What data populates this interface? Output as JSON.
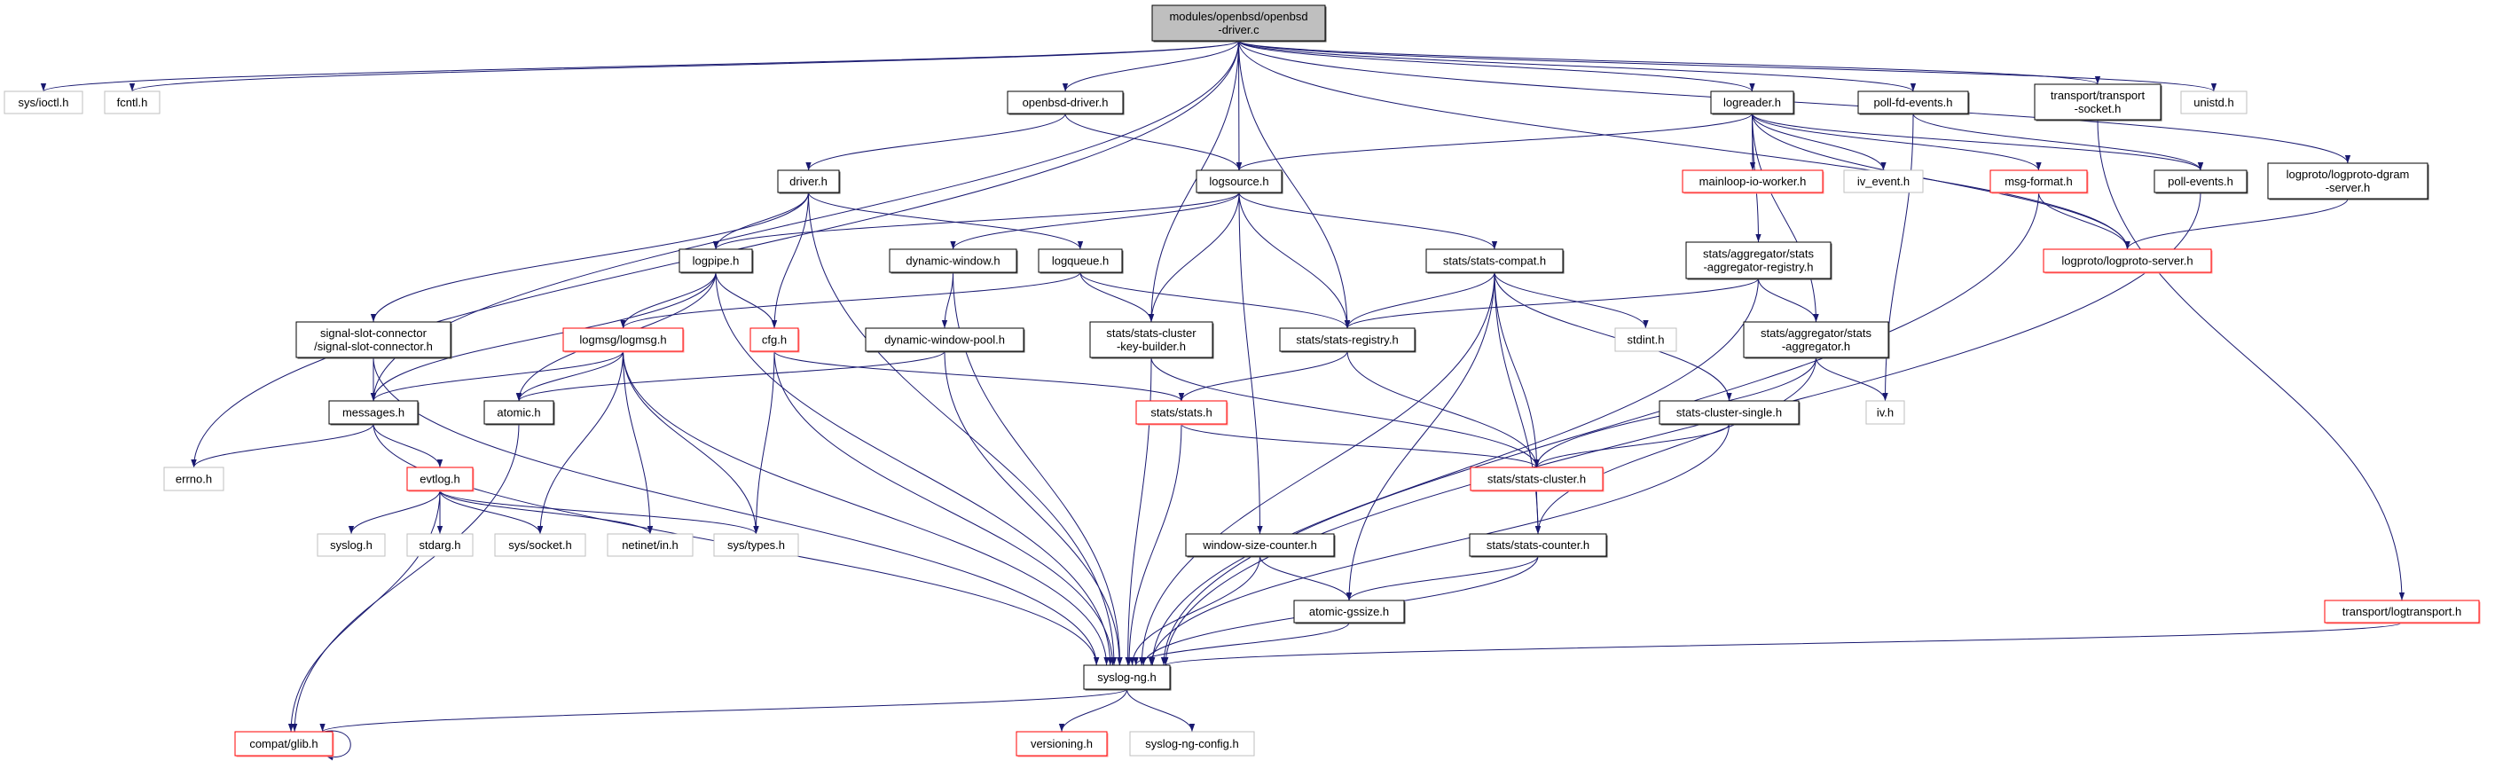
{
  "graph": {
    "edge_color": "#191970",
    "style_colors": {
      "main": {
        "fill": "#bfbfbf",
        "stroke": "#000000"
      },
      "normal": {
        "fill": "#ffffff",
        "stroke": "#000000"
      },
      "red": {
        "fill": "#ffffff",
        "stroke": "#ff0000"
      },
      "gray": {
        "fill": "#ffffff",
        "stroke": "#bfbfbf"
      }
    },
    "nodes": [
      {
        "id": "main",
        "lines": [
          "modules/openbsd/openbsd",
          "-driver.c"
        ],
        "style": "main"
      },
      {
        "id": "ioctl",
        "lines": [
          "sys/ioctl.h"
        ],
        "style": "gray"
      },
      {
        "id": "fcntl",
        "lines": [
          "fcntl.h"
        ],
        "style": "gray"
      },
      {
        "id": "obd",
        "lines": [
          "openbsd-driver.h"
        ],
        "style": "normal"
      },
      {
        "id": "logreader",
        "lines": [
          "logreader.h"
        ],
        "style": "normal"
      },
      {
        "id": "pollfd",
        "lines": [
          "poll-fd-events.h"
        ],
        "style": "normal"
      },
      {
        "id": "tsock",
        "lines": [
          "transport/transport",
          "-socket.h"
        ],
        "style": "normal"
      },
      {
        "id": "unistd",
        "lines": [
          "unistd.h"
        ],
        "style": "gray"
      },
      {
        "id": "driver",
        "lines": [
          "driver.h"
        ],
        "style": "normal"
      },
      {
        "id": "logsource",
        "lines": [
          "logsource.h"
        ],
        "style": "normal"
      },
      {
        "id": "mainloop",
        "lines": [
          "mainloop-io-worker.h"
        ],
        "style": "red"
      },
      {
        "id": "ivevent",
        "lines": [
          "iv_event.h"
        ],
        "style": "gray"
      },
      {
        "id": "msgformat",
        "lines": [
          "msg-format.h"
        ],
        "style": "red"
      },
      {
        "id": "pollevents",
        "lines": [
          "poll-events.h"
        ],
        "style": "normal"
      },
      {
        "id": "dgram",
        "lines": [
          "logproto/logproto-dgram",
          "-server.h"
        ],
        "style": "normal"
      },
      {
        "id": "logpipe",
        "lines": [
          "logpipe.h"
        ],
        "style": "normal"
      },
      {
        "id": "dynwin",
        "lines": [
          "dynamic-window.h"
        ],
        "style": "normal"
      },
      {
        "id": "logqueue",
        "lines": [
          "logqueue.h"
        ],
        "style": "normal"
      },
      {
        "id": "compat",
        "lines": [
          "stats/stats-compat.h"
        ],
        "style": "normal"
      },
      {
        "id": "aggreg",
        "lines": [
          "stats/aggregator/stats",
          "-aggregator-registry.h"
        ],
        "style": "normal"
      },
      {
        "id": "lpserver",
        "lines": [
          "logproto/logproto-server.h"
        ],
        "style": "red"
      },
      {
        "id": "ssc",
        "lines": [
          "signal-slot-connector",
          "/signal-slot-connector.h"
        ],
        "style": "normal"
      },
      {
        "id": "logmsg",
        "lines": [
          "logmsg/logmsg.h"
        ],
        "style": "red"
      },
      {
        "id": "cfg",
        "lines": [
          "cfg.h"
        ],
        "style": "red"
      },
      {
        "id": "dwpool",
        "lines": [
          "dynamic-window-pool.h"
        ],
        "style": "normal"
      },
      {
        "id": "keyb",
        "lines": [
          "stats/stats-cluster",
          "-key-builder.h"
        ],
        "style": "normal"
      },
      {
        "id": "registry",
        "lines": [
          "stats/stats-registry.h"
        ],
        "style": "normal"
      },
      {
        "id": "stdint",
        "lines": [
          "stdint.h"
        ],
        "style": "gray"
      },
      {
        "id": "aggr",
        "lines": [
          "stats/aggregator/stats",
          "-aggregator.h"
        ],
        "style": "normal"
      },
      {
        "id": "messages",
        "lines": [
          "messages.h"
        ],
        "style": "normal"
      },
      {
        "id": "atomic",
        "lines": [
          "atomic.h"
        ],
        "style": "normal"
      },
      {
        "id": "stats",
        "lines": [
          "stats/stats.h"
        ],
        "style": "red"
      },
      {
        "id": "single",
        "lines": [
          "stats-cluster-single.h"
        ],
        "style": "normal"
      },
      {
        "id": "ivh",
        "lines": [
          "iv.h"
        ],
        "style": "gray"
      },
      {
        "id": "errno",
        "lines": [
          "errno.h"
        ],
        "style": "gray"
      },
      {
        "id": "evtlog",
        "lines": [
          "evtlog.h"
        ],
        "style": "red"
      },
      {
        "id": "cluster",
        "lines": [
          "stats/stats-cluster.h"
        ],
        "style": "red"
      },
      {
        "id": "syslogh",
        "lines": [
          "syslog.h"
        ],
        "style": "gray"
      },
      {
        "id": "stdarg",
        "lines": [
          "stdarg.h"
        ],
        "style": "gray"
      },
      {
        "id": "socket",
        "lines": [
          "sys/socket.h"
        ],
        "style": "gray"
      },
      {
        "id": "netinet",
        "lines": [
          "netinet/in.h"
        ],
        "style": "gray"
      },
      {
        "id": "types",
        "lines": [
          "sys/types.h"
        ],
        "style": "gray"
      },
      {
        "id": "wsc",
        "lines": [
          "window-size-counter.h"
        ],
        "style": "normal"
      },
      {
        "id": "counter",
        "lines": [
          "stats/stats-counter.h"
        ],
        "style": "normal"
      },
      {
        "id": "gssize",
        "lines": [
          "atomic-gssize.h"
        ],
        "style": "normal"
      },
      {
        "id": "logtransport",
        "lines": [
          "transport/logtransport.h"
        ],
        "style": "red"
      },
      {
        "id": "syslogng",
        "lines": [
          "syslog-ng.h"
        ],
        "style": "normal"
      },
      {
        "id": "glib",
        "lines": [
          "compat/glib.h"
        ],
        "style": "red"
      },
      {
        "id": "versioning",
        "lines": [
          "versioning.h"
        ],
        "style": "red"
      },
      {
        "id": "config",
        "lines": [
          "syslog-ng-config.h"
        ],
        "style": "gray"
      }
    ],
    "edges": [
      [
        "main",
        "ioctl"
      ],
      [
        "main",
        "fcntl"
      ],
      [
        "main",
        "errno"
      ],
      [
        "main",
        "messages"
      ],
      [
        "main",
        "obd"
      ],
      [
        "main",
        "logsource"
      ],
      [
        "main",
        "keyb"
      ],
      [
        "main",
        "registry"
      ],
      [
        "main",
        "logreader"
      ],
      [
        "main",
        "pollfd"
      ],
      [
        "main",
        "tsock"
      ],
      [
        "main",
        "unistd"
      ],
      [
        "main",
        "lpserver"
      ],
      [
        "main",
        "dgram"
      ],
      [
        "obd",
        "driver"
      ],
      [
        "obd",
        "logsource"
      ],
      [
        "driver",
        "logpipe"
      ],
      [
        "driver",
        "ssc"
      ],
      [
        "driver",
        "cfg"
      ],
      [
        "driver",
        "logqueue"
      ],
      [
        "driver",
        "syslogng"
      ],
      [
        "logsource",
        "logpipe"
      ],
      [
        "logsource",
        "dynwin"
      ],
      [
        "logsource",
        "keyb"
      ],
      [
        "logsource",
        "registry"
      ],
      [
        "logsource",
        "compat"
      ],
      [
        "logsource",
        "wsc"
      ],
      [
        "logpipe",
        "logmsg"
      ],
      [
        "logpipe",
        "cfg"
      ],
      [
        "logpipe",
        "messages"
      ],
      [
        "logpipe",
        "atomic"
      ],
      [
        "logpipe",
        "syslogng"
      ],
      [
        "dynwin",
        "dwpool"
      ],
      [
        "dynwin",
        "syslogng"
      ],
      [
        "logqueue",
        "logmsg"
      ],
      [
        "logqueue",
        "keyb"
      ],
      [
        "logqueue",
        "registry"
      ],
      [
        "ssc",
        "messages"
      ],
      [
        "ssc",
        "syslogng"
      ],
      [
        "logmsg",
        "messages"
      ],
      [
        "logmsg",
        "atomic"
      ],
      [
        "logmsg",
        "socket"
      ],
      [
        "logmsg",
        "netinet"
      ],
      [
        "logmsg",
        "types"
      ],
      [
        "logmsg",
        "syslogng"
      ],
      [
        "cfg",
        "types"
      ],
      [
        "cfg",
        "stats"
      ],
      [
        "cfg",
        "syslogng"
      ],
      [
        "dwpool",
        "atomic"
      ],
      [
        "dwpool",
        "syslogng"
      ],
      [
        "keyb",
        "cluster"
      ],
      [
        "keyb",
        "syslogng"
      ],
      [
        "messages",
        "errno"
      ],
      [
        "messages",
        "evtlog"
      ],
      [
        "messages",
        "syslogng"
      ],
      [
        "atomic",
        "glib"
      ],
      [
        "stats",
        "cluster"
      ],
      [
        "stats",
        "syslogng"
      ],
      [
        "evtlog",
        "syslogh"
      ],
      [
        "evtlog",
        "stdarg"
      ],
      [
        "evtlog",
        "socket"
      ],
      [
        "evtlog",
        "netinet"
      ],
      [
        "evtlog",
        "types"
      ],
      [
        "evtlog",
        "glib"
      ],
      [
        "syslogng",
        "glib"
      ],
      [
        "syslogng",
        "versioning"
      ],
      [
        "syslogng",
        "config"
      ],
      [
        "glib",
        "glib"
      ],
      [
        "wsc",
        "gssize"
      ],
      [
        "wsc",
        "syslogng"
      ],
      [
        "gssize",
        "syslogng"
      ],
      [
        "counter",
        "gssize"
      ],
      [
        "counter",
        "syslogng"
      ],
      [
        "cluster",
        "counter"
      ],
      [
        "single",
        "cluster"
      ],
      [
        "single",
        "syslogng"
      ],
      [
        "registry",
        "stats"
      ],
      [
        "registry",
        "cluster"
      ],
      [
        "compat",
        "registry"
      ],
      [
        "compat",
        "stdint"
      ],
      [
        "compat",
        "single"
      ],
      [
        "compat",
        "cluster"
      ],
      [
        "compat",
        "counter"
      ],
      [
        "compat",
        "gssize"
      ],
      [
        "compat",
        "syslogng"
      ],
      [
        "logreader",
        "logsource"
      ],
      [
        "logreader",
        "mainloop"
      ],
      [
        "logreader",
        "ivevent"
      ],
      [
        "logreader",
        "msgformat"
      ],
      [
        "logreader",
        "pollevents"
      ],
      [
        "logreader",
        "aggreg"
      ],
      [
        "logreader",
        "aggr"
      ],
      [
        "logreader",
        "lpserver"
      ],
      [
        "aggreg",
        "registry"
      ],
      [
        "aggreg",
        "aggr"
      ],
      [
        "aggreg",
        "syslogng"
      ],
      [
        "aggr",
        "cluster"
      ],
      [
        "aggr",
        "ivh"
      ],
      [
        "aggr",
        "counter"
      ],
      [
        "msgformat",
        "lpserver"
      ],
      [
        "msgformat",
        "syslogng"
      ],
      [
        "pollfd",
        "pollevents"
      ],
      [
        "pollfd",
        "ivh"
      ],
      [
        "pollevents",
        "syslogng"
      ],
      [
        "dgram",
        "lpserver"
      ],
      [
        "tsock",
        "logtransport"
      ],
      [
        "logtransport",
        "syslogng"
      ]
    ]
  }
}
